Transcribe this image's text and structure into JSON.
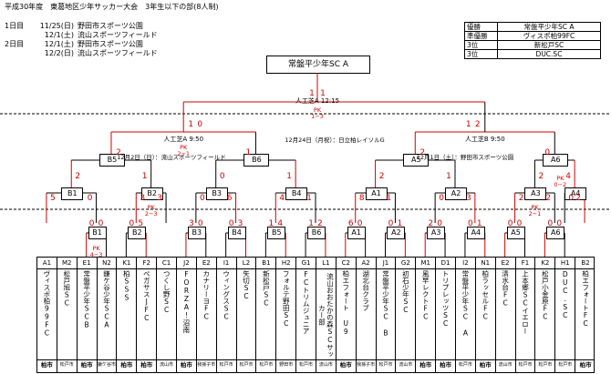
{
  "title": "平成30年度　東葛地区少年サッカー大会　3年生以下の部(8人制)",
  "schedule": [
    {
      "day": "1日目",
      "date": "11/25(日)",
      "venue": "野田市スポーツ公園"
    },
    {
      "day": "",
      "date": "12/1(土)",
      "venue": "流山スポーツフィールド"
    },
    {
      "day": "2日目",
      "date": "12/1(土)",
      "venue": "野田市スポーツ公園"
    },
    {
      "day": "",
      "date": "12/2(日)",
      "venue": "流山スポーツフィールド"
    }
  ],
  "results": [
    {
      "rank": "優勝",
      "team": "常盤平少年SC A"
    },
    {
      "rank": "準優勝",
      "team": "ヴィスポ柏99FC"
    },
    {
      "rank": "3位",
      "team": "新松戸SC"
    },
    {
      "rank": "3位",
      "team": "DUC.SC"
    }
  ],
  "champion": "常盤平少年SC A",
  "final": {
    "label": "人工芝A 12:15",
    "pk": "PK\n1−3",
    "score_left": "1",
    "score_right": "1"
  },
  "semis": {
    "left": {
      "label": "人工芝A 9:50",
      "pk": "PK\n2−1",
      "score_left": "2",
      "score_right": "1"
    },
    "right": {
      "label": "人工芝B 9:50",
      "score_left": "2",
      "score_right": "0"
    }
  },
  "venue_notes": {
    "day2": "12月24日（月祝）：日立柏レイソルG",
    "left": "12月2日（日）：流山スポーツフィールド",
    "right": "12月1日（土）：野田市スポーツ公園"
  },
  "top_scores": {
    "f_left": "1",
    "f_right": "1",
    "sf_l_left": "1",
    "sf_l_right": "0",
    "sf_r_left": "1",
    "sf_r_right": "2"
  },
  "qf": [
    {
      "label": "B5",
      "l": "2",
      "r": "1"
    },
    {
      "label": "B6",
      "l": "0",
      "r": "1"
    },
    {
      "label": "A5",
      "l": "2",
      "r": "1"
    },
    {
      "label": "A6",
      "l": "2",
      "r": "4",
      "pk": "PK\n0−2"
    }
  ],
  "r16": [
    {
      "label": "B1",
      "l": "5",
      "r": "0"
    },
    {
      "label": "B2",
      "l": "3",
      "r": "3",
      "pk": "PK\n2−3"
    },
    {
      "label": "B3",
      "l": "0",
      "r": "6"
    },
    {
      "label": "B4",
      "l": "4",
      "r": "1"
    },
    {
      "label": "A1",
      "l": "8",
      "r": "1"
    },
    {
      "label": "A2",
      "l": "0",
      "r": "3"
    },
    {
      "label": "A3",
      "l": "2",
      "r": "2",
      "pk": "PK\n2−1"
    },
    {
      "label": "A4",
      "l": "0",
      "r": "2"
    }
  ],
  "r32": [
    {
      "label": "B1",
      "l": "0",
      "r": "0",
      "pk": "PK\n4−3"
    },
    {
      "label": "B2",
      "l": "0",
      "r": "5"
    },
    {
      "label": "B3",
      "l": "3",
      "r": "0"
    },
    {
      "label": "B4",
      "l": "0",
      "r": "3"
    },
    {
      "label": "B5",
      "l": "1",
      "r": "4"
    },
    {
      "label": "B6",
      "l": "1",
      "r": "2"
    },
    {
      "label": "A1",
      "l": "6",
      "r": "0"
    },
    {
      "label": "A2",
      "l": "0",
      "r": "1"
    },
    {
      "label": "A3",
      "l": "2",
      "r": "0"
    },
    {
      "label": "A4",
      "l": "0",
      "r": "1"
    },
    {
      "label": "A5",
      "l": "0",
      "r": "0"
    },
    {
      "label": "A6",
      "l": "0",
      "r": "0"
    }
  ],
  "teams": [
    {
      "code": "A1",
      "name": "ヴィスポ柏99FC",
      "place": "柏市"
    },
    {
      "code": "M2",
      "name": "松戸旭SC",
      "place": "松戸市"
    },
    {
      "code": "E1",
      "name": "常盤平少年SCB",
      "place": "柏市"
    },
    {
      "code": "N2",
      "name": "鎌ケ谷少年SCA",
      "place": "鎌ケ谷市"
    },
    {
      "code": "K1",
      "name": "柏SSS",
      "place": "柏市"
    },
    {
      "code": "F2",
      "name": "ペガサスJFC",
      "place": "柏市"
    },
    {
      "code": "C1",
      "name": "つくし野SC",
      "place": "流山市"
    },
    {
      "code": "J2",
      "name": "FORZA!沼南",
      "place": "柏市"
    },
    {
      "code": "E2",
      "name": "カナリーヨFC",
      "place": "我孫子市"
    },
    {
      "code": "I1",
      "name": "ウィングスSC",
      "place": "松戸市"
    },
    {
      "code": "L2",
      "name": "矢切SC",
      "place": "松戸市"
    },
    {
      "code": "B1",
      "name": "新松戸SC",
      "place": "松戸市"
    },
    {
      "code": "H2",
      "name": "フォルテ野田SC",
      "place": "野田市"
    },
    {
      "code": "G1",
      "name": "FCトリムジュニア",
      "place": "松戸市"
    },
    {
      "code": "L1",
      "name": "流山おおたかの森SCサッカー部",
      "place": "流山市"
    },
    {
      "code": "C2",
      "name": "柏エフォート U9",
      "place": "柏市"
    },
    {
      "code": "A2",
      "name": "湖北台クラブ",
      "place": "我孫子市"
    },
    {
      "code": "J1",
      "name": "常盤平少年SC B",
      "place": "松戸市"
    },
    {
      "code": "G2",
      "name": "初石少年SC",
      "place": "流山市"
    },
    {
      "code": "M1",
      "name": "風早レクトFC",
      "place": "柏市"
    },
    {
      "code": "D1",
      "name": "トリプレッツSC",
      "place": "柏市"
    },
    {
      "code": "I2",
      "name": "常盤平少年SC A",
      "place": "松戸市"
    },
    {
      "code": "N1",
      "name": "柏ラッセルFC",
      "place": "柏市"
    },
    {
      "code": "E2",
      "name": "清水台FC",
      "place": "流山市"
    },
    {
      "code": "F1",
      "name": "上本郷SCイエロー",
      "place": "松戸市"
    },
    {
      "code": "K2",
      "name": "松戸小金原FC",
      "place": "松戸市"
    },
    {
      "code": "H1",
      "name": "DUC.SC",
      "place": "松戸市"
    },
    {
      "code": "B2",
      "name": "柏エフォートFC",
      "place": "柏市"
    }
  ]
}
